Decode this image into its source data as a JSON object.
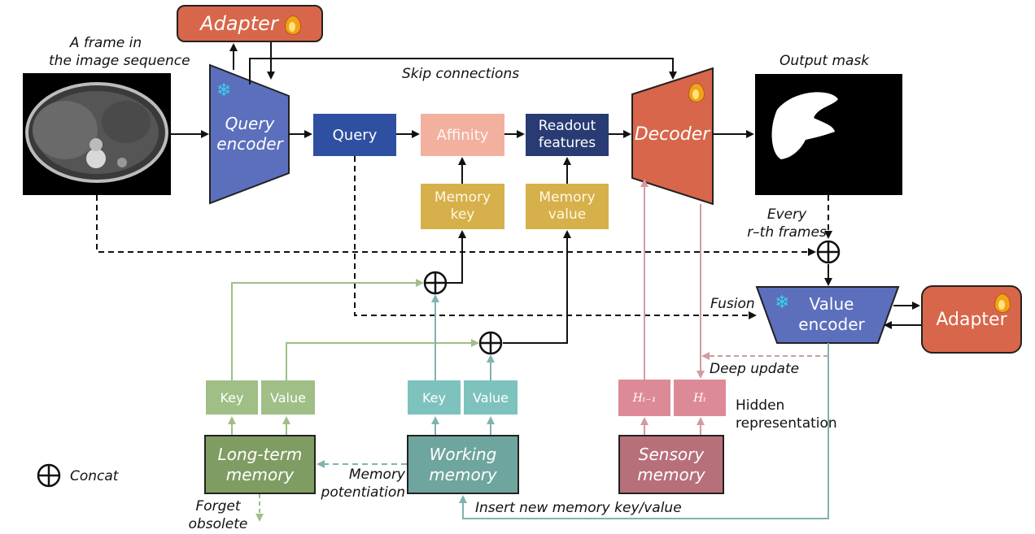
{
  "input_caption": [
    "A frame in",
    "the image sequence"
  ],
  "output_caption": "Output mask",
  "adapter_top": "Adapter",
  "adapter_right": "Adapter",
  "query_encoder": [
    "Query",
    "encoder"
  ],
  "decoder": "Decoder",
  "value_encoder": [
    "Value",
    "encoder"
  ],
  "skip_connections": "Skip connections",
  "query": "Query",
  "affinity": "Affinity",
  "readout": [
    "Readout",
    "features"
  ],
  "memory_key": [
    "Memory",
    "key"
  ],
  "memory_value": [
    "Memory",
    "value"
  ],
  "every_r": [
    "Every",
    "r–th frames"
  ],
  "fusion": "Fusion",
  "deep_update": "Deep update",
  "hidden_repr": [
    "Hidden",
    "representation"
  ],
  "ltm_key": "Key",
  "ltm_value": "Value",
  "wm_key": "Key",
  "wm_value": "Value",
  "h_prev": "Hₜ₋₁",
  "h_cur": "Hₜ",
  "long_term_memory": [
    "Long-term",
    "memory"
  ],
  "working_memory": [
    "Working",
    "memory"
  ],
  "sensory_memory": [
    "Sensory",
    "memory"
  ],
  "memory_potentiation": [
    "Memory",
    "potentiation"
  ],
  "forget_obsolete": [
    "Forget",
    "obsolete"
  ],
  "insert_new": "Insert new memory key/value",
  "legend_concat": "Concat",
  "colors": {
    "query_encoder": "#5b6fbd",
    "decoder": "#d8664a",
    "value_encoder": "#5b6fbd",
    "long_term": "#7f9c62",
    "working": "#6ea59e",
    "sensory": "#b76f7a"
  },
  "icons": [
    "snowflake-icon",
    "flame-icon",
    "concat-icon"
  ]
}
